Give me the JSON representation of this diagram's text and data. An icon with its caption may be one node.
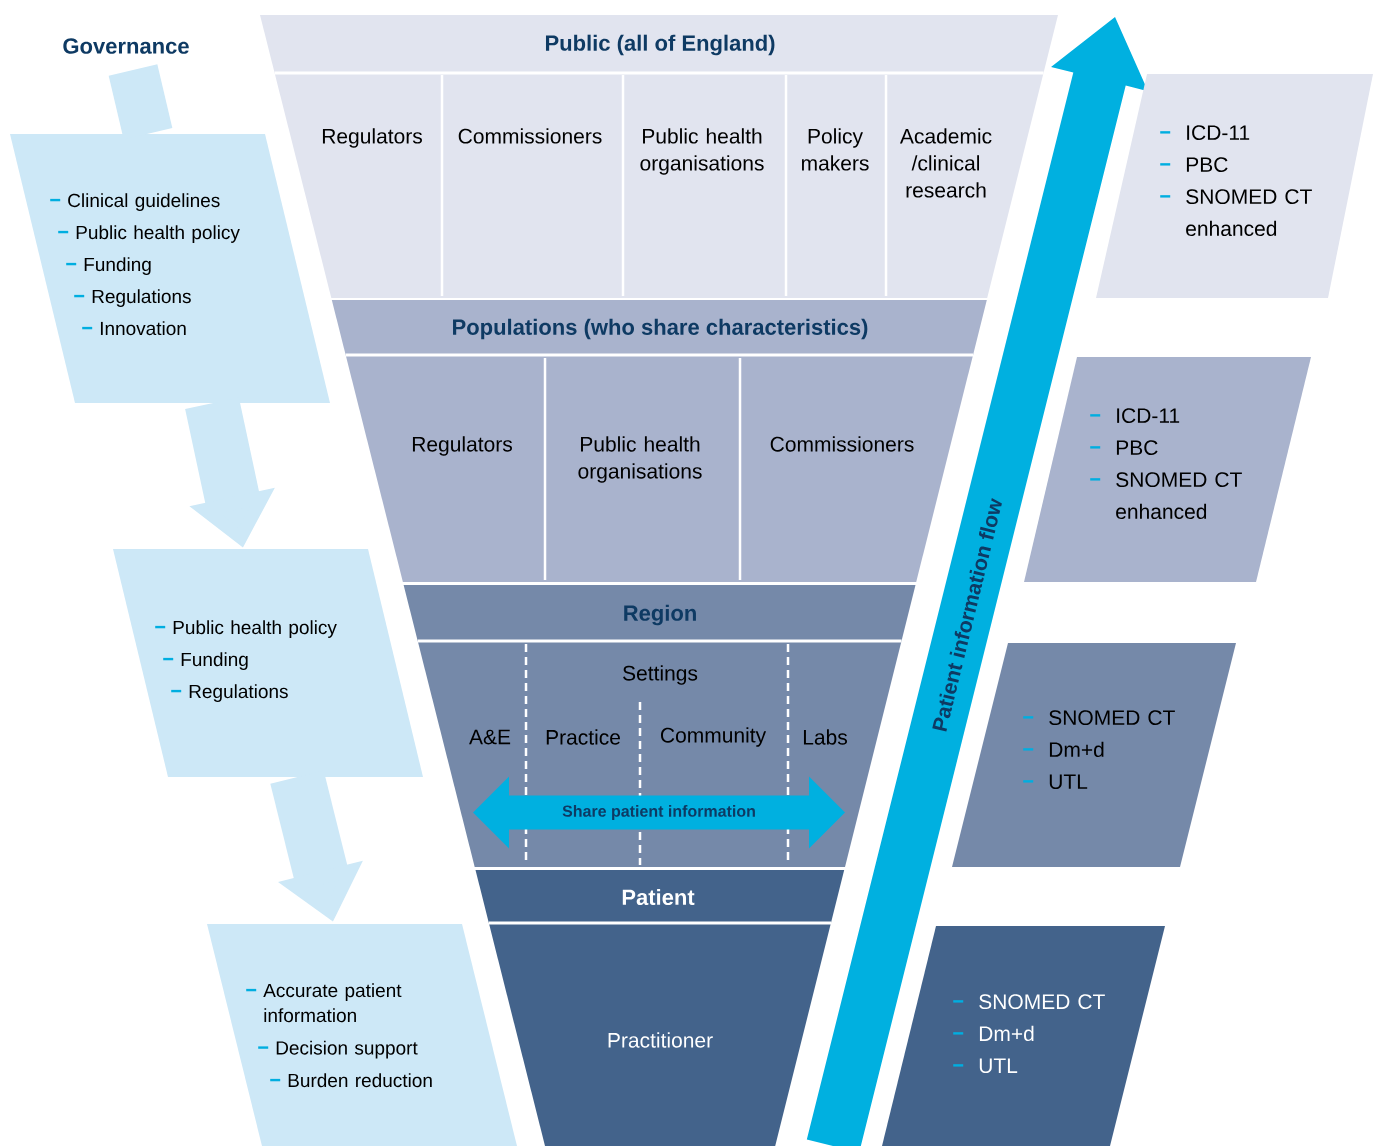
{
  "diagram": {
    "nodes": [
      {
        "text": [
          "Governance"
        ]
      },
      {
        "text": [
          "Clinical guidelines",
          "Public health policy",
          "Funding",
          "Regulations",
          "Innovation"
        ]
      },
      {
        "text": [
          "Public health policy",
          "Funding",
          "Regulations"
        ]
      },
      {
        "text": [
          "Accurate patient information",
          "Decision support",
          "Burden reduction"
        ]
      },
      {
        "text": [
          "Public (all of England)"
        ]
      },
      {
        "text": [
          "Regulators"
        ],
        "in": 4
      },
      {
        "text": [
          "Commissioners"
        ],
        "in": 4
      },
      {
        "text": [
          "Public health organisations"
        ],
        "in": 4
      },
      {
        "text": [
          "Policy makers"
        ],
        "in": 4
      },
      {
        "text": [
          "Academic /clinical research"
        ],
        "in": 4
      },
      {
        "text": [
          "Populations (who share characteristics)"
        ]
      },
      {
        "text": [
          "Regulators"
        ],
        "in": 10
      },
      {
        "text": [
          "Public health organisations"
        ],
        "in": 10
      },
      {
        "text": [
          "Commissioners"
        ],
        "in": 10
      },
      {
        "text": [
          "Region"
        ]
      },
      {
        "text": [
          "A&E"
        ],
        "in": 14
      },
      {
        "text": [
          "Settings"
        ],
        "in": 14
      },
      {
        "text": [
          "Practice"
        ],
        "in": 14
      },
      {
        "text": [
          "Community"
        ],
        "in": 14
      },
      {
        "text": [
          "Labs"
        ],
        "in": 14
      },
      {
        "text": [
          "Share patient information"
        ],
        "in": 14
      },
      {
        "text": [
          "Patient"
        ]
      },
      {
        "text": [
          "Practitioner"
        ],
        "in": 21
      },
      {
        "text": [
          "Patient information flow"
        ]
      },
      {
        "text": [
          "ICD-11",
          "PBC",
          "SNOMED CT enhanced"
        ]
      },
      {
        "text": [
          "ICD-11",
          "PBC",
          "SNOMED CT enhanced"
        ]
      },
      {
        "text": [
          "SNOMED CT",
          "Dm+d",
          "UTL"
        ]
      },
      {
        "text": [
          "SNOMED CT",
          "Dm+d",
          "UTL"
        ]
      }
    ],
    "edges": [
      {
        "from": 0,
        "to": 1,
        "arrow": "none"
      },
      {
        "from": 1,
        "to": 2,
        "arrow": "to"
      },
      {
        "from": 2,
        "to": 3,
        "arrow": "to"
      }
    ]
  }
}
